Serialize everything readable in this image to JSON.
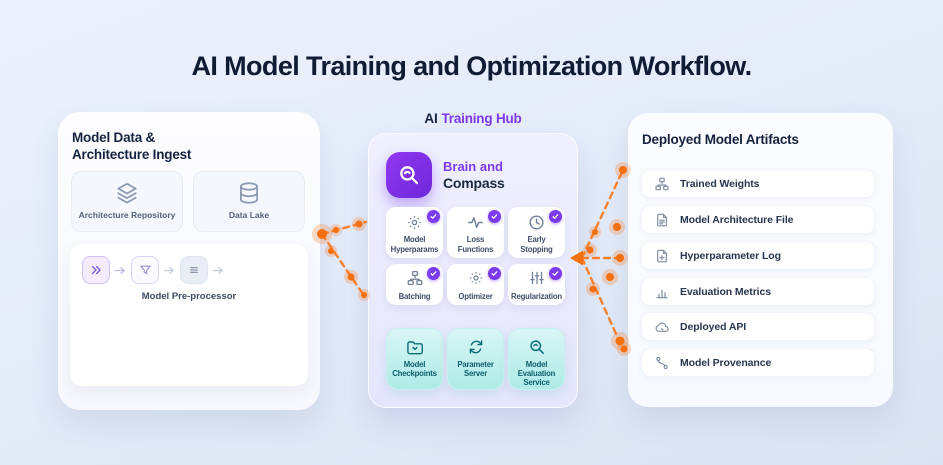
{
  "title": "AI Model Training and Optimization Workflow.",
  "colors": {
    "accent_purple": "#7c3aed",
    "accent_orange": "#f97316",
    "navy": "#101b34",
    "teal_dark": "#0d6b78"
  },
  "ingest_panel": {
    "title": "Model Data &\nArchitecture Ingest",
    "sources": [
      {
        "label": "Architecture Repository",
        "icon": "layers-icon"
      },
      {
        "label": "Data Lake",
        "icon": "database-icon"
      }
    ],
    "preprocessor": {
      "label": "Model Pre-processor",
      "steps": [
        {
          "icon": "chevrons-right-icon"
        },
        {
          "icon": "funnel-icon"
        },
        {
          "icon": "list-icon"
        }
      ]
    }
  },
  "hub": {
    "heading_prefix": "AI",
    "heading_accent": "Training Hub",
    "brand": {
      "line1": "Brain and",
      "line2": "Compass",
      "icon": "search-icon"
    },
    "features": [
      {
        "label": "Model\nHyperparams",
        "icon": "dotted-sun-icon",
        "checked": true
      },
      {
        "label": "Loss\nFunctions",
        "icon": "activity-icon",
        "checked": true
      },
      {
        "label": "Early\nStopping",
        "icon": "clock-icon",
        "checked": true
      },
      {
        "label": "Batching",
        "icon": "hierarchy-icon",
        "checked": true
      },
      {
        "label": "Optimizer",
        "icon": "dotted-sun-icon",
        "checked": true
      },
      {
        "label": "Regularization",
        "icon": "sliders-icon",
        "checked": true
      }
    ],
    "services": [
      {
        "label": "Model\nCheckpoints",
        "icon": "folder-check-icon"
      },
      {
        "label": "Parameter\nServer",
        "icon": "sync-icon"
      },
      {
        "label": "Model\nEvaluation\nService",
        "icon": "search-icon"
      }
    ]
  },
  "artifacts_panel": {
    "title": "Deployed Model Artifacts",
    "items": [
      {
        "label": "Trained Weights",
        "icon": "hierarchy-icon"
      },
      {
        "label": "Model Architecture File",
        "icon": "file-text-icon"
      },
      {
        "label": "Hyperparameter Log",
        "icon": "file-plus-icon"
      },
      {
        "label": "Evaluation Metrics",
        "icon": "bar-chart-icon"
      },
      {
        "label": "Deployed API",
        "icon": "cloud-icon"
      },
      {
        "label": "Model Provenance",
        "icon": "branch-icon"
      }
    ]
  }
}
